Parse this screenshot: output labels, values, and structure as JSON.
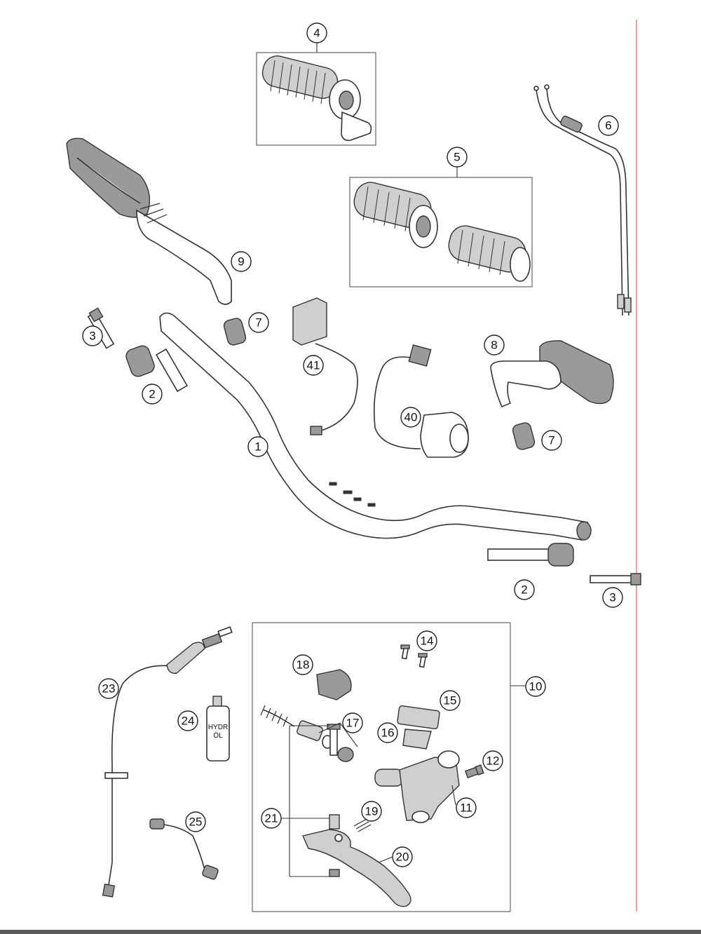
{
  "colors": {
    "margin_line": "#e06060",
    "footer_bar": "#5a5a5a",
    "ink": "#333333"
  },
  "bottle_label": [
    "HYDR",
    "ÖL"
  ],
  "callouts": [
    "1",
    "2",
    "2",
    "3",
    "3",
    "4",
    "5",
    "6",
    "7",
    "7",
    "8",
    "9",
    "10",
    "11",
    "12",
    "14",
    "15",
    "16",
    "17",
    "18",
    "19",
    "20",
    "21",
    "23",
    "24",
    "25",
    "40",
    "41"
  ]
}
